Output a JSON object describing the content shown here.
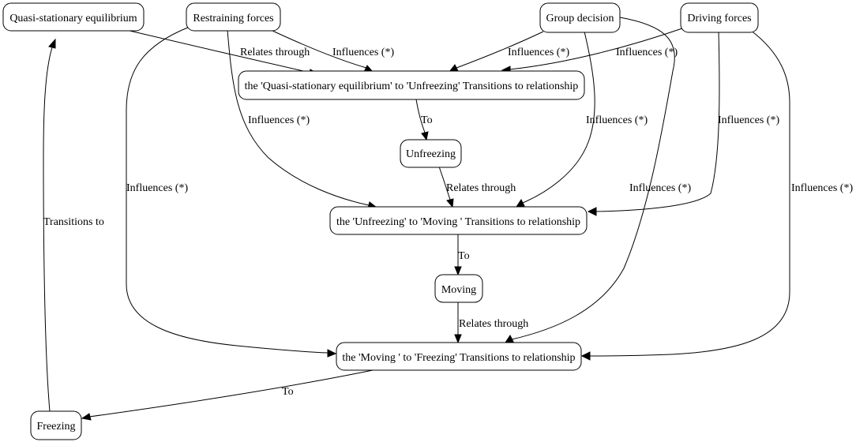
{
  "nodes": {
    "quasi_stationary_equilibrium": "Quasi-stationary equilibrium",
    "restraining_forces": "Restraining forces",
    "group_decision": "Group decision",
    "driving_forces": "Driving forces",
    "rel_qse_unfreezing": "the 'Quasi-stationary equilibrium' to 'Unfreezing' Transitions to relationship",
    "unfreezing": "Unfreezing",
    "rel_unfreezing_moving": "the 'Unfreezing' to 'Moving ' Transitions to relationship",
    "moving": "Moving",
    "rel_moving_freezing": "the 'Moving ' to 'Freezing' Transitions to relationship",
    "freezing": "Freezing"
  },
  "edges": [
    {
      "from": "quasi_stationary_equilibrium",
      "to": "rel_qse_unfreezing",
      "label": "Relates through"
    },
    {
      "from": "restraining_forces",
      "to": "rel_qse_unfreezing",
      "label": "Influences (*)"
    },
    {
      "from": "group_decision",
      "to": "rel_qse_unfreezing",
      "label": "Influences (*)"
    },
    {
      "from": "driving_forces",
      "to": "rel_qse_unfreezing",
      "label": "Influences (*)"
    },
    {
      "from": "rel_qse_unfreezing",
      "to": "unfreezing",
      "label": "To"
    },
    {
      "from": "restraining_forces",
      "to": "rel_unfreezing_moving",
      "label": "Influences (*)"
    },
    {
      "from": "group_decision",
      "to": "rel_unfreezing_moving",
      "label": "Influences (*)"
    },
    {
      "from": "driving_forces",
      "to": "rel_unfreezing_moving",
      "label": "Influences (*)"
    },
    {
      "from": "unfreezing",
      "to": "rel_unfreezing_moving",
      "label": "Relates through"
    },
    {
      "from": "restraining_forces",
      "to": "rel_moving_freezing",
      "label": "Influences (*)"
    },
    {
      "from": "group_decision",
      "to": "rel_moving_freezing",
      "label": "Influences (*)"
    },
    {
      "from": "driving_forces",
      "to": "rel_moving_freezing",
      "label": "Influences (*)"
    },
    {
      "from": "rel_unfreezing_moving",
      "to": "moving",
      "label": "To"
    },
    {
      "from": "moving",
      "to": "rel_moving_freezing",
      "label": "Relates through"
    },
    {
      "from": "rel_moving_freezing",
      "to": "freezing",
      "label": "To"
    },
    {
      "from": "freezing",
      "to": "quasi_stationary_equilibrium",
      "label": "Transitions to"
    }
  ]
}
